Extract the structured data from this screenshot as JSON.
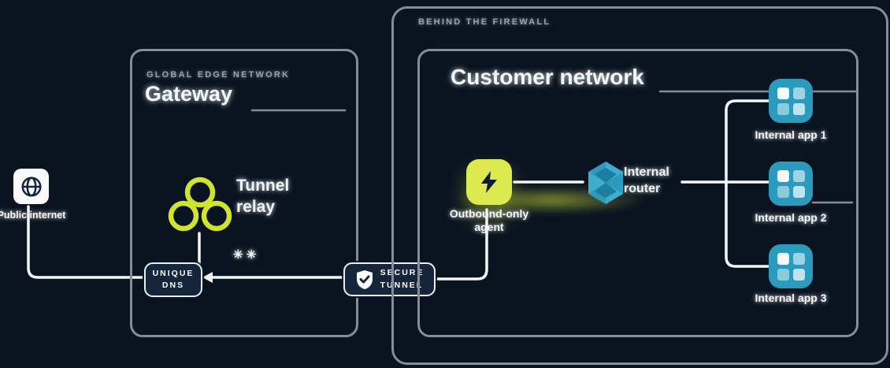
{
  "colors": {
    "background": "#0a1421",
    "accent_lime": "#d5e53c",
    "accent_teal": "#2b9abc",
    "badge_navy": "#15253b",
    "border_gray": "#868d94",
    "text_white": "#f4f7f9",
    "eyebrow_gray": "#97a0ab"
  },
  "internet": {
    "label": "Public internet"
  },
  "badges": {
    "unique_dns": {
      "line1": "UNIQUE",
      "line2": "DNS"
    },
    "secure_tunnel": {
      "line1": "SECURE",
      "line2": "TUNNEL"
    }
  },
  "gateway_box": {
    "eyebrow": "GLOBAL EDGE NETWORK",
    "title": "Gateway",
    "relay_label_line1": "Tunnel",
    "relay_label_line2": "relay",
    "dns_marks": "✳ ✳"
  },
  "customer_box": {
    "eyebrow": "BEHIND THE FIREWALL",
    "title": "Customer network",
    "agent_caption_line1": "Outbound-only",
    "agent_caption_line2": "agent",
    "router_label_line1": "Internal",
    "router_label_line2": "router",
    "apps": [
      {
        "label": "Internal app 1"
      },
      {
        "label": "Internal app 2"
      },
      {
        "label": "Internal app 3"
      }
    ]
  }
}
